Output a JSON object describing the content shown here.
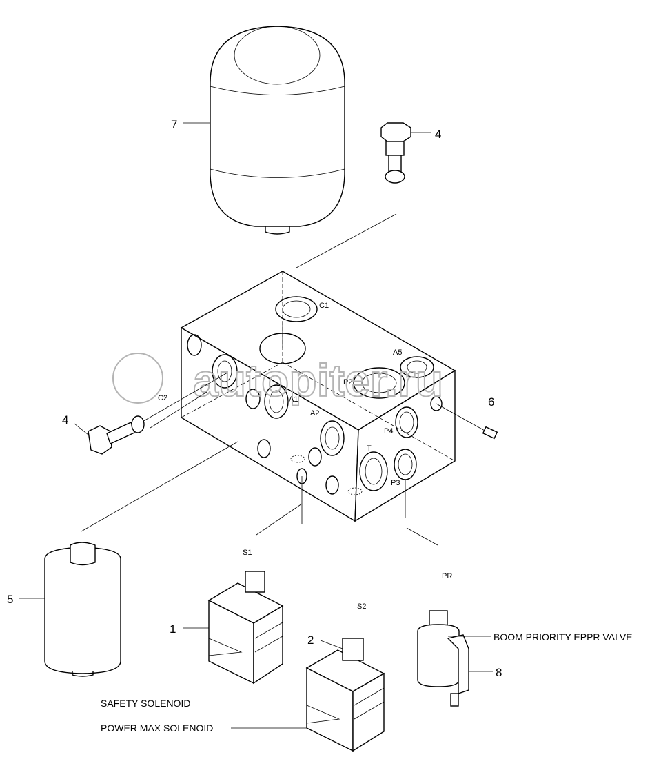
{
  "diagram": {
    "callouts": {
      "n1": "1",
      "n2": "2",
      "n4a": "4",
      "n4b": "4",
      "n5": "5",
      "n6": "6",
      "n7": "7",
      "n8": "8"
    },
    "ports": [
      "C1",
      "C2",
      "A1",
      "A2",
      "A5",
      "P2",
      "P3",
      "P4",
      "T"
    ],
    "solenoid_tags": {
      "s1": "S1",
      "s2": "S2",
      "pr": "PR"
    },
    "captions": {
      "safety": "SAFETY SOLENOID",
      "power_max": "POWER MAX SOLENOID",
      "boom_priority": "BOOM PRIORITY EPPR VALVE"
    },
    "watermark": "autopiter.ru"
  }
}
